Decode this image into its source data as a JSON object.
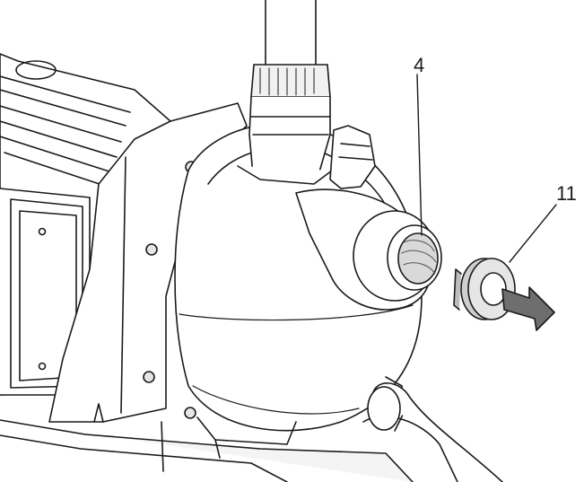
{
  "callouts": [
    {
      "id": "4",
      "text": "4"
    },
    {
      "id": "11",
      "text": "11"
    }
  ],
  "colors": {
    "line": "#1a1a1a",
    "surface": "#ffffff",
    "shadow_light": "#e6e6e6",
    "shadow": "#cfcfcf",
    "thread": "#b5b5b5",
    "arrow": "#6e6e6e"
  },
  "icons": {
    "arrow": "arrow-right-icon"
  }
}
